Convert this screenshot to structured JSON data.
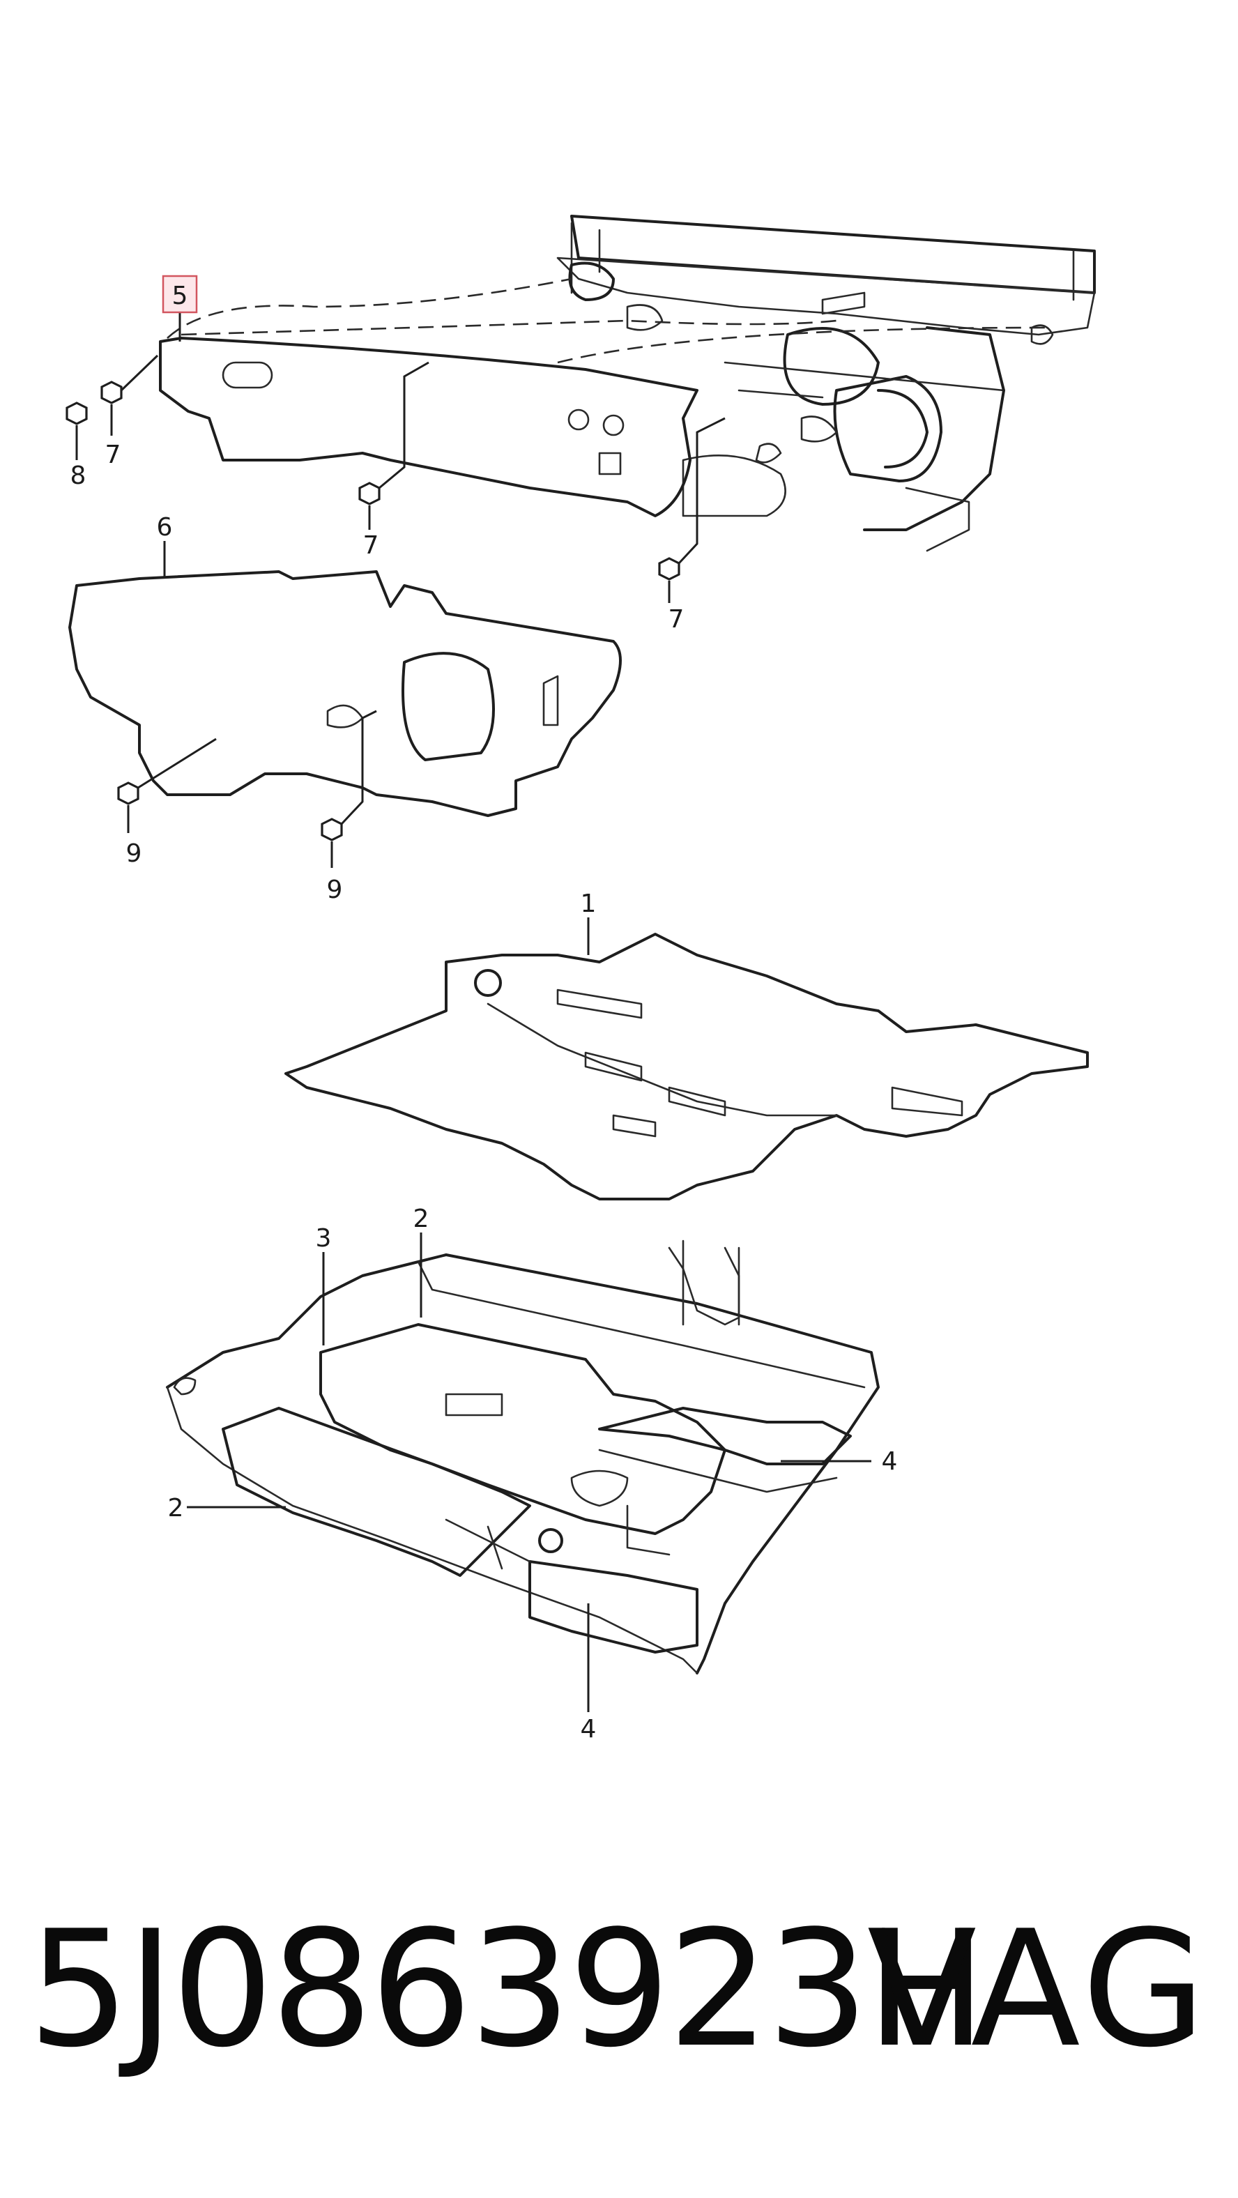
{
  "diagram": {
    "callouts": {
      "c1": "1",
      "c2a": "2",
      "c2b": "2",
      "c3": "3",
      "c4a": "4",
      "c4b": "4",
      "c5": "5",
      "c6": "6",
      "c7a": "7",
      "c7b": "7",
      "c7c": "7",
      "c8": "8",
      "c9a": "9",
      "c9b": "9"
    },
    "highlighted_callout": "5",
    "highlight_color": "#d2555f"
  },
  "footer": {
    "part_number": "5J0863923H",
    "brand": "VAG"
  }
}
